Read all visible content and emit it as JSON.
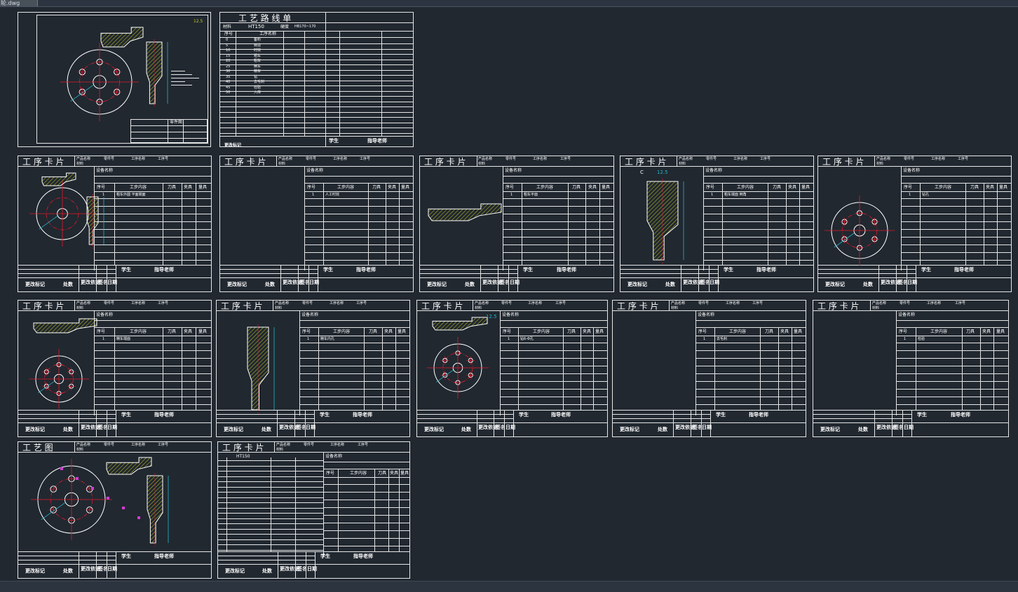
{
  "app": {
    "tab_label": "轮.dwg"
  },
  "colors": {
    "background": "#212830",
    "sheet_line": "#e6e6e6",
    "center_line": "#e6192c",
    "dimension": "#27b4c9",
    "hatch": "#c8c81e",
    "highlight": "#d63ad6"
  },
  "labels": {
    "process_card": "工 序 卡 片",
    "route_card": "工 艺 路 线 单",
    "process_drawing": "工 艺 图",
    "change_mark": "更改标记",
    "place": "处数",
    "change_basis": "更改依据",
    "signature": "签名",
    "date": "日期",
    "student": "学生",
    "advisor": "指导老师",
    "product_name": "产品名称",
    "part_no": "零件号",
    "process_name": "工序名称",
    "process_no": "工序号",
    "material": "材料",
    "hardness": "硬度",
    "step_no": "序号",
    "step_content": "工步内容",
    "tools": "刀具",
    "gauges": "量具",
    "fixture": "夹具",
    "equipment": "设备名称",
    "material_value": "HT150",
    "hardness_value": "HB170~170",
    "part_name": "零件图",
    "ra": "12.5",
    "c": "C"
  },
  "route_sheet": {
    "rows": [
      {
        "no": "0",
        "name": "备料"
      },
      {
        "no": "5",
        "name": "铸造"
      },
      {
        "no": "10",
        "name": "时效"
      },
      {
        "no": "15",
        "name": "粗车"
      },
      {
        "no": "20",
        "name": "粗车"
      },
      {
        "no": "25",
        "name": "精车"
      },
      {
        "no": "30",
        "name": "精车"
      },
      {
        "no": "35",
        "name": "钻"
      },
      {
        "no": "40",
        "name": "去毛刺"
      },
      {
        "no": "45",
        "name": "检验"
      },
      {
        "no": "50",
        "name": "入库"
      }
    ]
  },
  "cards": [
    {
      "step": "1",
      "content": "粗车外圆 平面端面"
    },
    {
      "step": "1",
      "content": "人工时效"
    },
    {
      "step": "1",
      "content": "粗车平面"
    },
    {
      "step": "1",
      "content": "粗车端面 倒角"
    },
    {
      "step": "1",
      "content": "钻孔"
    },
    {
      "step": "1",
      "content": "精车端面"
    },
    {
      "step": "1",
      "content": "精车内孔"
    },
    {
      "step": "1",
      "content": "钻6-Φ孔"
    },
    {
      "step": "1",
      "content": "去毛刺"
    },
    {
      "step": "1",
      "content": "检验"
    }
  ]
}
